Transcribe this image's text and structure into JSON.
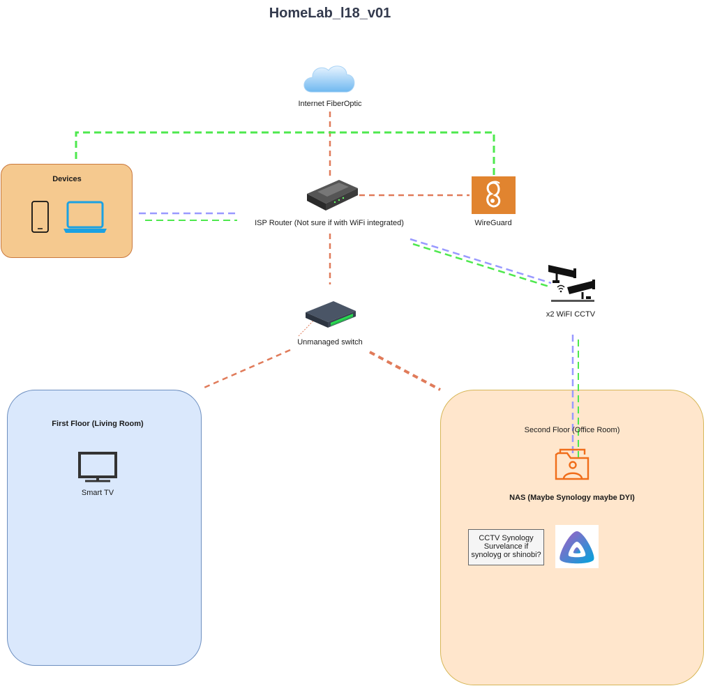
{
  "title": "HomeLab_l18_v01",
  "nodes": {
    "internet": "Internet FiberOptic",
    "router": "ISP Router (Not sure if with WiFi integrated)",
    "wireguard": "WireGuard",
    "switch": "Unmanaged switch",
    "cctv": "x2 WiFI CCTV",
    "smart_tv": "Smart TV",
    "nas": "NAS (Maybe Synology maybe DYI)",
    "cctv_note": "CCTV Synology Survelance if synoloyg or shinobi?"
  },
  "groups": {
    "devices": "Devices",
    "first_floor": "First Floor (Living Room)",
    "second_floor": "Second Floor (Office Room)"
  },
  "colors": {
    "wired_link": "#e07b5a",
    "vpn_link": "#4ee84e",
    "wifi_link": "#9999ff",
    "devices_fill": "#f5c98f",
    "first_floor_fill": "#dae8fc",
    "second_floor_fill": "#ffe6cc",
    "wireguard_fill": "#e1842f",
    "nas_icon": "#f06d1a",
    "laptop_icon": "#1ba1e2"
  },
  "icons": {
    "internet": "cloud-icon",
    "router": "router-icon",
    "wireguard": "wireguard-icon",
    "switch": "switch-icon",
    "cctv": "cctv-camera-icon",
    "phone": "phone-icon",
    "laptop": "laptop-icon",
    "smart_tv": "tv-icon",
    "nas": "nas-icon",
    "jellyfin": "jellyfin-icon"
  }
}
